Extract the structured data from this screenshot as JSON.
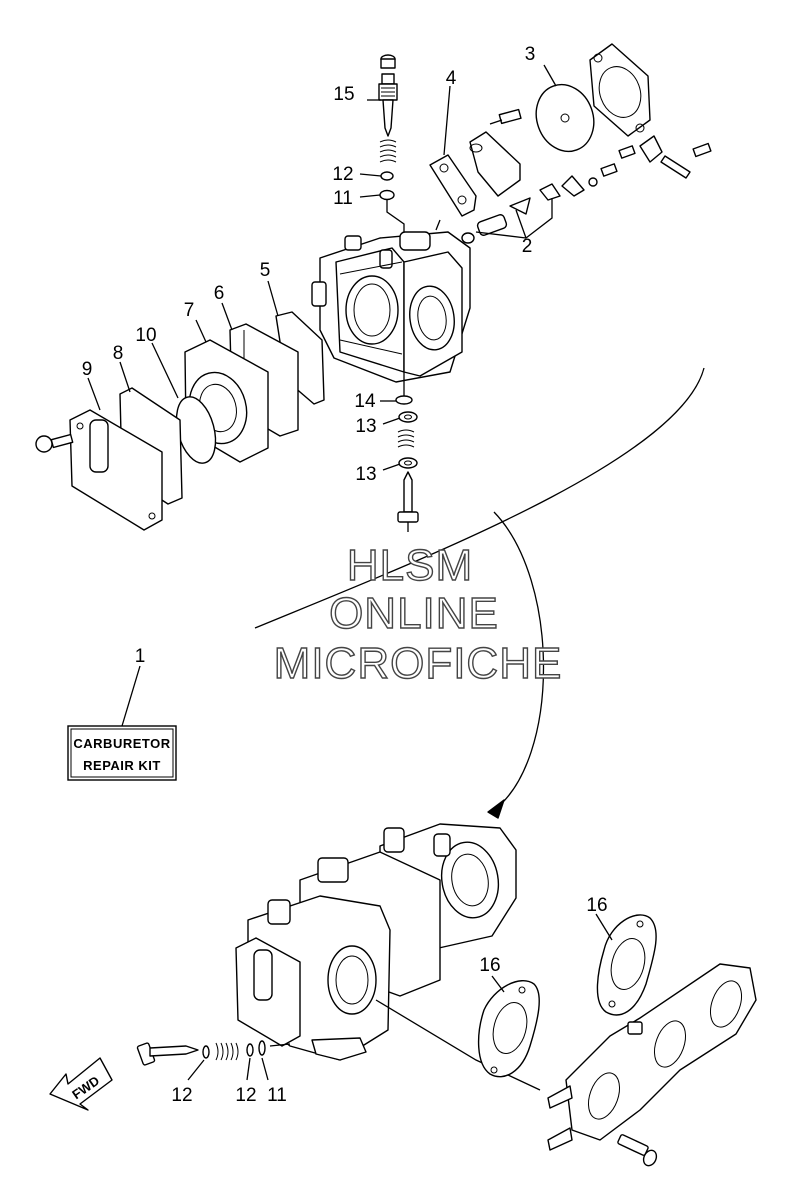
{
  "diagram": {
    "watermark_lines": [
      "HLSM",
      "ONLINE",
      "MICROFICHE"
    ],
    "kit_label_lines": [
      "CARBURETOR",
      "REPAIR KIT"
    ],
    "fwd_label": "FWD",
    "callouts": [
      {
        "key": "c1",
        "label": "1"
      },
      {
        "key": "c2",
        "label": "2"
      },
      {
        "key": "c3",
        "label": "3"
      },
      {
        "key": "c4",
        "label": "4"
      },
      {
        "key": "c5",
        "label": "5"
      },
      {
        "key": "c6",
        "label": "6"
      },
      {
        "key": "c7",
        "label": "7"
      },
      {
        "key": "c8",
        "label": "8"
      },
      {
        "key": "c9",
        "label": "9"
      },
      {
        "key": "c10",
        "label": "10"
      },
      {
        "key": "c11a",
        "label": "11"
      },
      {
        "key": "c12a",
        "label": "12"
      },
      {
        "key": "c13a",
        "label": "13"
      },
      {
        "key": "c13b",
        "label": "13"
      },
      {
        "key": "c14",
        "label": "14"
      },
      {
        "key": "c15",
        "label": "15"
      },
      {
        "key": "c16a",
        "label": "16"
      },
      {
        "key": "c16b",
        "label": "16"
      },
      {
        "key": "c12b",
        "label": "12"
      },
      {
        "key": "c12c",
        "label": "12"
      },
      {
        "key": "c11b",
        "label": "11"
      }
    ]
  }
}
